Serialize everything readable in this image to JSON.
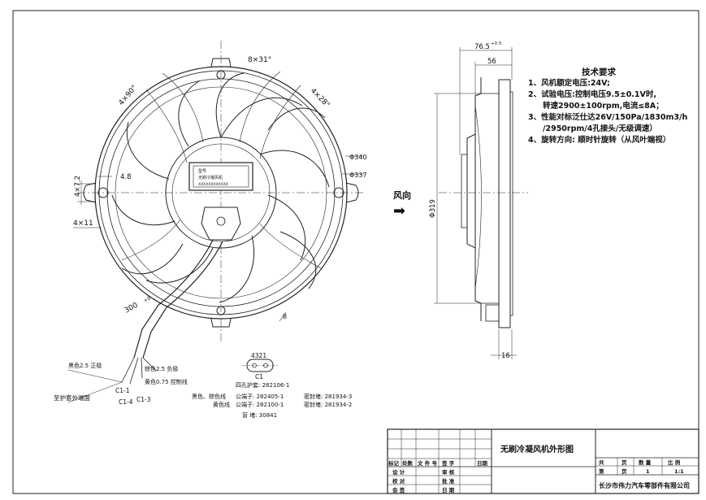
{
  "drawing": {
    "front_view": {
      "dims": {
        "holes_8x31": "8×31°",
        "holes_4x90": "4×90°",
        "holes_4x28": "4×28°",
        "dia_340": "Φ340",
        "dia_337": "Φ337",
        "slot_4x7_2": "4×7.2",
        "slot_4_8": "4.8",
        "holes_4x11": "4×11",
        "cable_len": "300",
        "cable_tol": "+0",
        "mark_8": "8"
      },
      "wire_labels": {
        "black": "黑色2.5 正极",
        "brown": "棕色2.5 负极",
        "yellow": "黄色0.75 控制线",
        "fan_side": "至护套外端面",
        "c1_1": "C1-1",
        "c1_4": "C1-4",
        "c1_3": "C1-3"
      },
      "motor_label": {
        "line1": "型号",
        "line2": "无刷冷凝风机",
        "line3": "XXXXXXXXXXXX"
      },
      "connector": {
        "pins": "4321",
        "name": "C1",
        "housing": "四孔护套: 282106-1",
        "row1_color": "黑色、棕色线",
        "row1_term": "公端子: 282405-1",
        "row1_seal": "密封堵: 281934-3",
        "row2_color": "黄色线",
        "row2_term": "公端子: 282100-1",
        "row2_seal": "密封堵: 281934-2",
        "cap": "盲    堵: 30841"
      }
    },
    "side_view": {
      "dim_76_5": "76.5",
      "dim_76_5_tol": "+0.5",
      "dim_56": "56",
      "dim_319": "Φ319",
      "dim_16": "16",
      "airflow": "风向",
      "arrow": "➡"
    },
    "requirements": {
      "title": "技术要求",
      "items": [
        "1、风机额定电压:24V;",
        "2、试验电压:控制电压9.5±0.1V时,",
        "转速2900±100rpm,电流≤8A；",
        "3、性能对标泛仕达26V/150Pa/1830m3/h",
        "/2950rpm/4孔接头/无级调速）",
        "4、旋转方向: 顺时针旋转（从风叶端视）"
      ]
    },
    "title_block": {
      "drawing_title": "无刷冷凝风机外形图",
      "company": "长沙市伟力汽车零部件有限公司",
      "headers": {
        "mark": "标记",
        "count": "处数",
        "doc": "文 件 号",
        "sign": "签 字",
        "date": "日期",
        "design": "设 计",
        "check": "校 对",
        "countersign": "会 签",
        "review": "审 核",
        "approve": "批 准",
        "day": "日 期",
        "total": "共",
        "page_unit": "页",
        "qty": "数   量",
        "scale": "比   例",
        "sheet": "第",
        "sheet_unit": "页",
        "qty_val": "1",
        "scale_val": "1:1"
      }
    }
  }
}
